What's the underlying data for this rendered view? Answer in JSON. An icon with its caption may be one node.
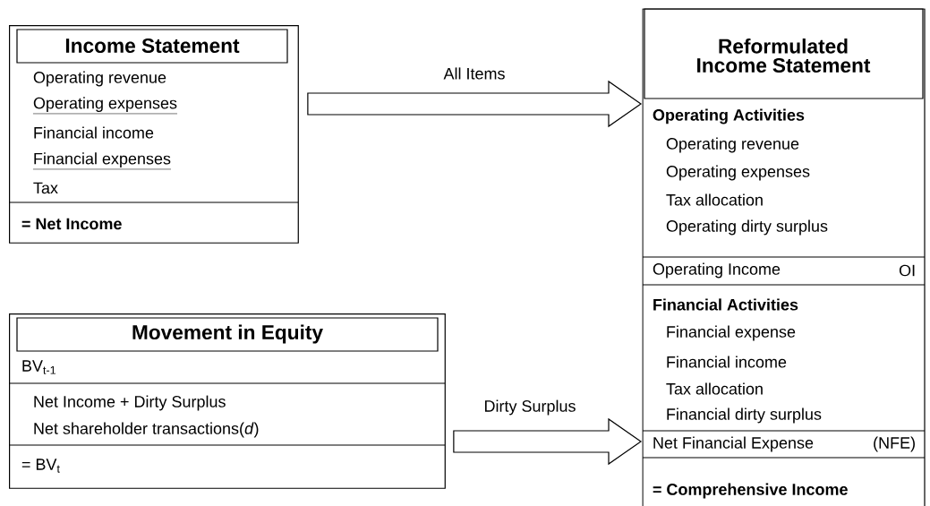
{
  "diagram": {
    "nodes": [
      {
        "text": [
          "Income Statement",
          "Operating revenue",
          "Operating expenses",
          "Financial income",
          "Financial expenses",
          "Tax",
          "= Net Income"
        ]
      },
      {
        "text": [
          "Movement in Equity",
          "BV$_{t-1}$",
          "Net Income + Dirty Surplus",
          "Net shareholder transactions(*d*)",
          "= BV$_{t}$"
        ]
      },
      {
        "text": [
          "Reformulated Income Statement",
          "Operating Activities",
          "Operating revenue",
          "Operating expenses",
          "Tax allocation",
          "Operating dirty surplus",
          "Operating Income",
          "OI",
          "Financial Activities",
          "Financial expense",
          "Financial income",
          "Tax allocation",
          "Financial dirty surplus",
          "Net Financial Expense",
          "(NFE)",
          "= Comprehensive Income"
        ]
      }
    ],
    "edges": [
      {
        "from": 0,
        "to": 2,
        "arrow": "to",
        "label": "All Items"
      },
      {
        "from": 1,
        "to": 2,
        "arrow": "to",
        "label": "Dirty Surplus"
      }
    ]
  }
}
